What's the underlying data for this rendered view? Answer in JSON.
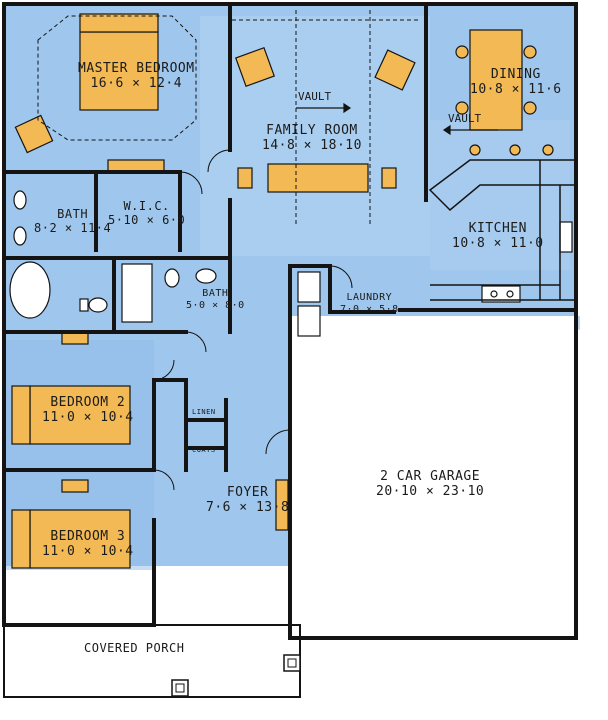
{
  "colors": {
    "room_fill": "#9fc6ec",
    "room_fill_dark": "#86b4e3",
    "wall": "#141414",
    "furniture": "#f2b955",
    "paper": "#ffffff"
  },
  "rooms": {
    "master_bedroom": {
      "name": "MASTER BEDROOM",
      "dim": "16·6 × 12·4"
    },
    "family_room": {
      "name": "FAMILY ROOM",
      "dim": "14·8 × 18·10"
    },
    "dining": {
      "name": "DINING",
      "dim": "10·8 × 11·6"
    },
    "kitchen": {
      "name": "KITCHEN",
      "dim": "10·8 × 11·0"
    },
    "bath1": {
      "name": "BATH",
      "dim": "8·2 × 11·4"
    },
    "wic": {
      "name": "W.I.C.",
      "dim": "5·10 × 6·0"
    },
    "bath2": {
      "name": "BATH",
      "dim": "5·0 × 8·0"
    },
    "laundry": {
      "name": "LAUNDRY",
      "dim": "7·0 × 5·8"
    },
    "bedroom2": {
      "name": "BEDROOM 2",
      "dim": "11·0 × 10·4"
    },
    "bedroom3": {
      "name": "BEDROOM 3",
      "dim": "11·0 × 10·4"
    },
    "linen": {
      "name": "LINEN"
    },
    "coats": {
      "name": "COATS"
    },
    "foyer": {
      "name": "FOYER",
      "dim": "7·6 × 13·8"
    },
    "garage": {
      "name": "2 CAR GARAGE",
      "dim": "20·10 × 23·10"
    },
    "porch": {
      "name": "COVERED PORCH"
    }
  },
  "annotations": {
    "vault_family": "VAULT",
    "vault_dining": "VAULT"
  }
}
